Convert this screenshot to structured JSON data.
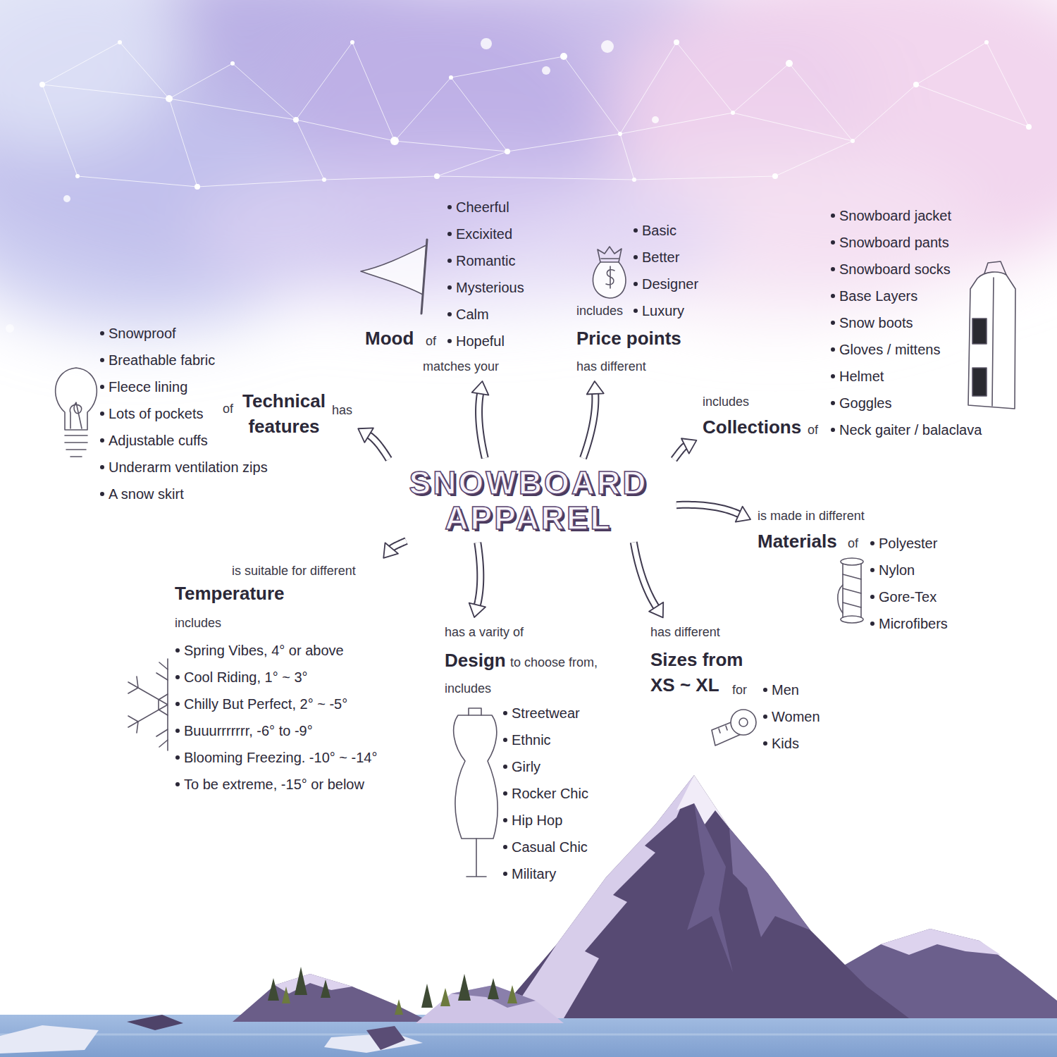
{
  "diagram": {
    "nodes": [
      {
        "text": [
          "SNOWBOARD APPAREL"
        ]
      },
      {
        "text": [
          "has",
          "Technical features",
          "of",
          "Snowproof",
          "Breathable fabric",
          "Fleece lining",
          "Lots of pockets",
          "Adjustable cuffs",
          "Underarm ventilation zips",
          "A snow skirt"
        ]
      },
      {
        "text": [
          "matches your",
          "Mood",
          "of",
          "Cheerful",
          "Excixited",
          "Romantic",
          "Mysterious",
          "Calm",
          "Hopeful"
        ]
      },
      {
        "text": [
          "has different",
          "Price points",
          "includes",
          "Basic",
          "Better",
          "Designer",
          "Luxury"
        ]
      },
      {
        "text": [
          "includes",
          "Collections",
          "of",
          "Snowboard jacket",
          "Snowboard pants",
          "Snowboard socks",
          "Base Layers",
          "Snow boots",
          "Gloves / mittens",
          "Helmet",
          "Goggles",
          "Neck gaiter / balaclava"
        ]
      },
      {
        "text": [
          "is made in different",
          "Materials",
          "of",
          "Polyester",
          "Nylon",
          "Gore-Tex",
          "Microfibers"
        ]
      },
      {
        "text": [
          "has different",
          "Sizes from XS ~ XL",
          "for",
          "Men",
          "Women",
          "Kids"
        ]
      },
      {
        "text": [
          "has a varity of",
          "Design",
          "to choose from,",
          "includes",
          "Streetwear",
          "Ethnic",
          "Girly",
          "Rocker Chic",
          "Hip Hop",
          "Casual Chic",
          "Military"
        ]
      },
      {
        "text": [
          "is suitable for different",
          "Temperature",
          "includes",
          "Spring Vibes, 4° or above",
          "Cool Riding, 1° ~ 3°",
          "Chilly But Perfect, 2° ~ -5°",
          "Buuurrrrrrr, -6° to -9°",
          "Blooming Freezing. -10° ~ -14°",
          "To be extreme, -15° or below"
        ]
      }
    ],
    "edges": [
      {
        "from": 0,
        "to": 1,
        "arrow": "to"
      },
      {
        "from": 0,
        "to": 2,
        "arrow": "to"
      },
      {
        "from": 0,
        "to": 3,
        "arrow": "to"
      },
      {
        "from": 0,
        "to": 4,
        "arrow": "to"
      },
      {
        "from": 0,
        "to": 5,
        "arrow": "to"
      },
      {
        "from": 0,
        "to": 6,
        "arrow": "to"
      },
      {
        "from": 0,
        "to": 7,
        "arrow": "to"
      },
      {
        "from": 0,
        "to": 8,
        "arrow": "to"
      }
    ]
  }
}
